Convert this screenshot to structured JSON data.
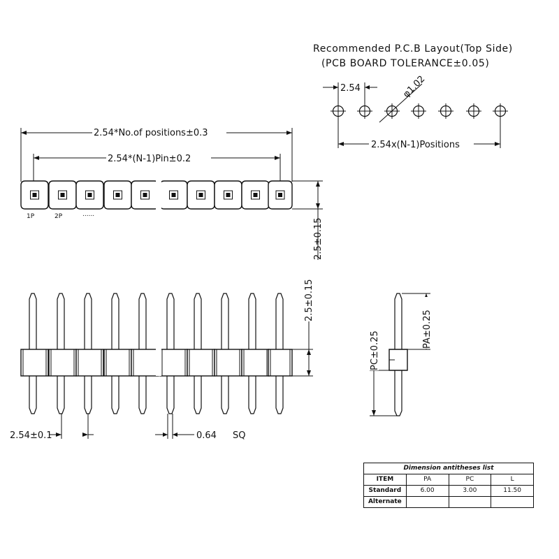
{
  "layout_title": {
    "line1": "Recommended P.C.B Layout(Top Side)",
    "line2": "(PCB BOARD TOLERANCE±0.05)"
  },
  "layout_dims": {
    "pitch": "2.54",
    "hole": "φ1.02",
    "positions": "2.54x(N-1)Positions"
  },
  "top_view": {
    "overall_length": "2.54*No.of positions±0.3",
    "pin_span": "2.54*(N-1)Pin±0.2",
    "height": "2.5±0.15",
    "pin_labels": [
      "1P",
      "2P",
      "......"
    ]
  },
  "front_view": {
    "height": "2.5±0.15",
    "pitch": "2.54±0.1",
    "pin_size": "0.64",
    "pin_size_suffix": "SQ"
  },
  "side_view": {
    "pa": "PA±0.25",
    "pc": "PC±0.25"
  },
  "dimension_table": {
    "caption": "Dimension antitheses list",
    "headers": [
      "ITEM",
      "PA",
      "PC",
      "L"
    ],
    "rows": [
      [
        "Standard",
        "6.00",
        "3.00",
        "11.50"
      ],
      [
        "Alternate",
        "",
        "",
        ""
      ]
    ]
  },
  "colors": {
    "line": "#111111",
    "background": "#ffffff"
  }
}
